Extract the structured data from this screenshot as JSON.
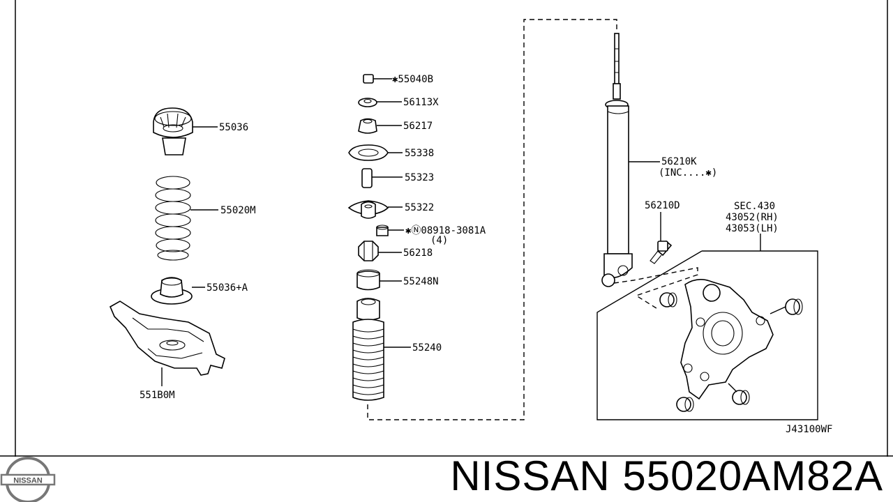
{
  "labels": {
    "l55040b": "✱55040B",
    "l56113x": "56113X",
    "l56217": "56217",
    "l55036": "55036",
    "l55338": "55338",
    "l55323": "55323",
    "l55020m": "55020M",
    "l55322": "55322",
    "l08918": "✱Ⓝ08918-3081A",
    "l08918_qty": "(4)",
    "l56218": "56218",
    "l55036a": "55036+A",
    "l55248n": "55248N",
    "l55240": "55240",
    "l551b0m": "551B0M",
    "l56210k": "56210K",
    "l56210k_inc": "(INC....✱)",
    "l56210d": "56210D",
    "lsec": "SEC.430",
    "l43052": "43052(RH)",
    "l43053": "43053(LH)",
    "ldiagram_code": "J43100WF"
  },
  "footer": {
    "title": "NISSAN 55020AM82A",
    "logo_text": "NISSAN"
  }
}
